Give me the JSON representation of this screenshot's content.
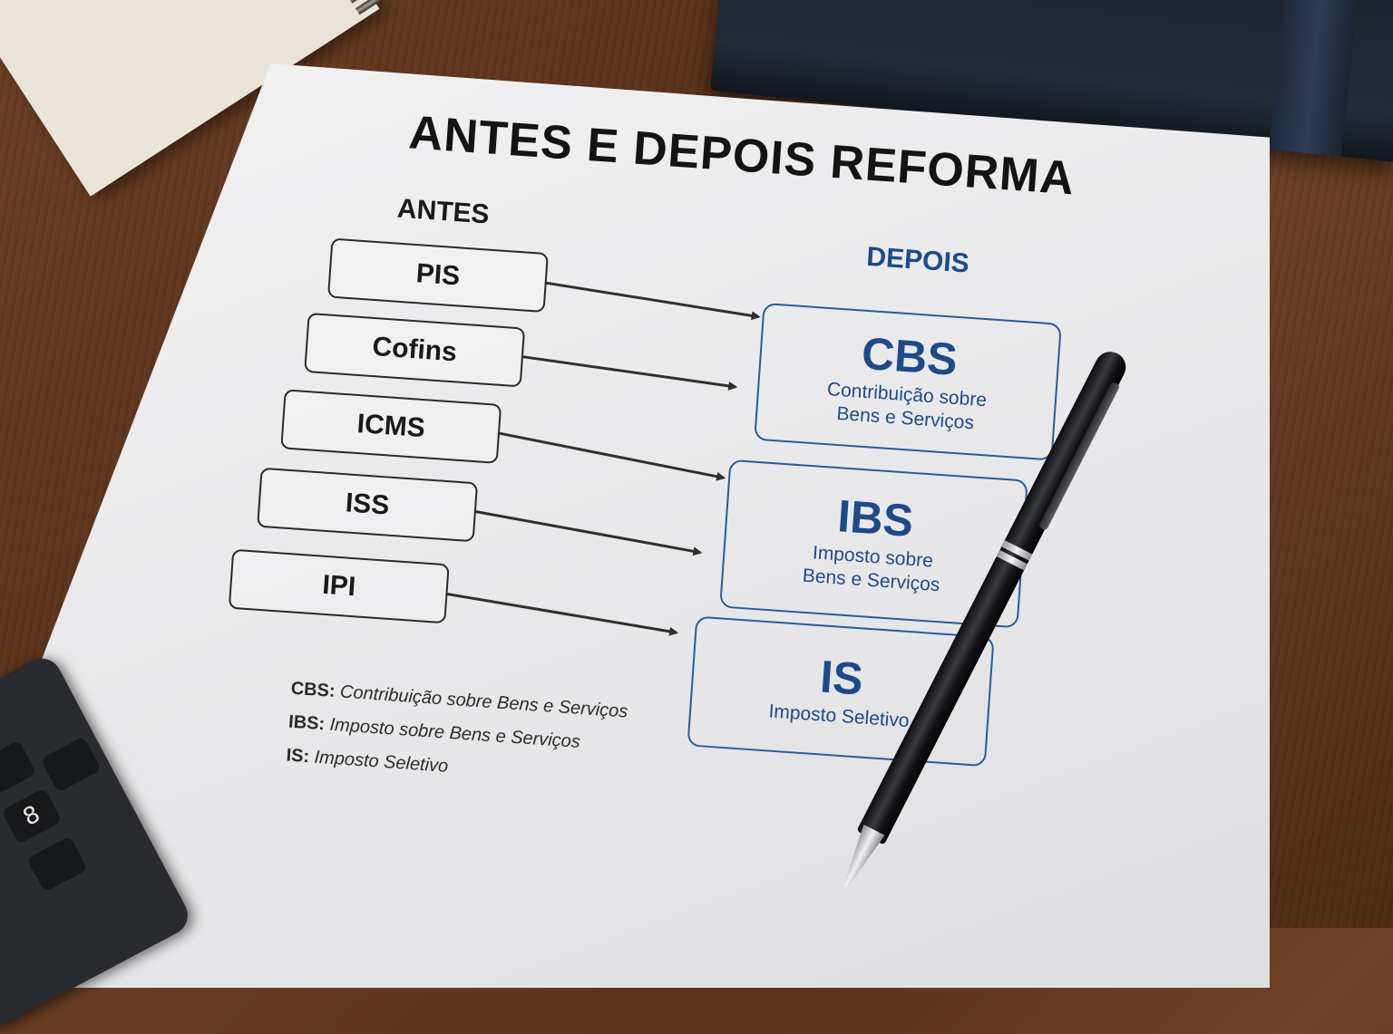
{
  "document": {
    "title": "ANTES E DEPOIS REFORMA",
    "before_label": "ANTES",
    "after_label": "DEPOIS",
    "before_taxes": [
      "PIS",
      "Cofins",
      "ICMS",
      "ISS",
      "IPI"
    ],
    "after_taxes": [
      {
        "abbr": "CBS",
        "desc_line1": "Contribuição sobre",
        "desc_line2": "Bens e Serviços"
      },
      {
        "abbr": "IBS",
        "desc_line1": "Imposto sobre",
        "desc_line2": "Bens e Serviços"
      },
      {
        "abbr": "IS",
        "desc_line1": "Imposto Seletivo",
        "desc_line2": ""
      }
    ],
    "legend": [
      {
        "key": "CBS:",
        "text": "Contribuição sobre Bens e Serviços"
      },
      {
        "key": "IBS:",
        "text": "Imposto sobre Bens e Serviços"
      },
      {
        "key": "IS:",
        "text": "Imposto Seletivo"
      }
    ]
  },
  "calculator": {
    "key_label": "8"
  },
  "colors": {
    "accent_blue": "#1f4a8a",
    "ink": "#1a1a1a",
    "wood": "#5a3119"
  }
}
